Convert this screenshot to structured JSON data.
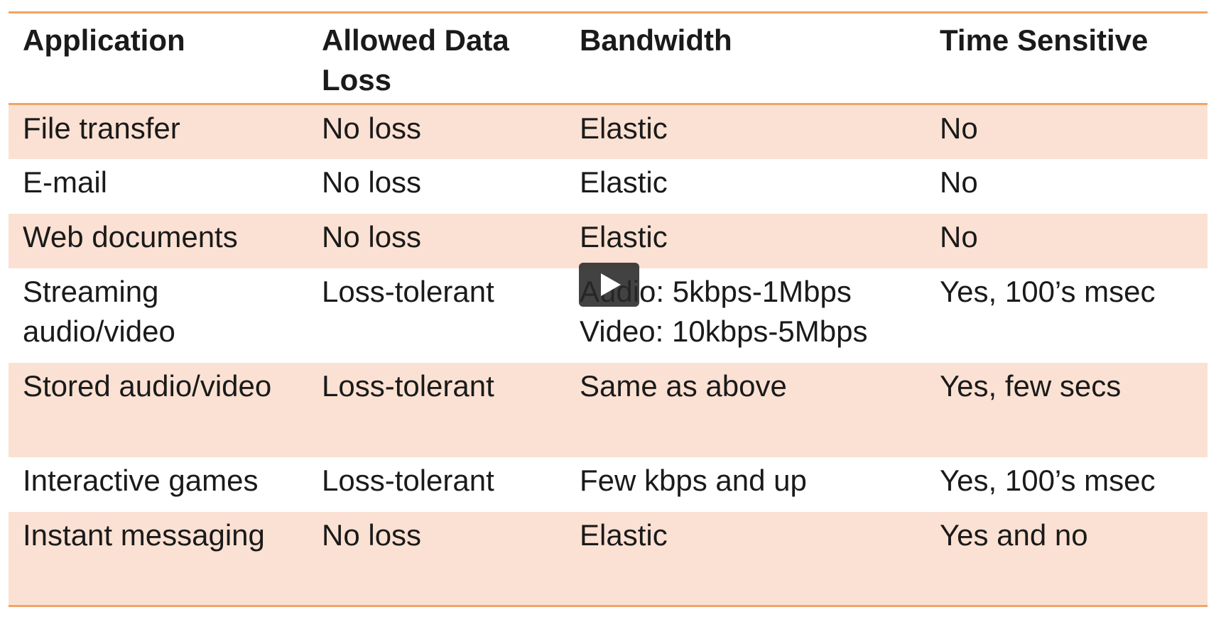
{
  "table": {
    "headers": [
      "Application",
      "Allowed Data Loss",
      "Bandwidth",
      "Time Sensitive"
    ],
    "rows": [
      [
        "File transfer",
        "No loss",
        "Elastic",
        "No"
      ],
      [
        "E-mail",
        "No loss",
        "Elastic",
        "No"
      ],
      [
        "Web documents",
        "No loss",
        "Elastic",
        "No"
      ],
      [
        "Streaming audio/video",
        "Loss-tolerant",
        "Audio: 5kbps-1Mbps Video: 10kbps-5Mbps",
        "Yes, 100’s msec"
      ],
      [
        "Stored audio/video",
        "Loss-tolerant",
        "Same as above",
        "Yes, few secs"
      ],
      [
        "Interactive games",
        "Loss-tolerant",
        "Few kbps and up",
        "Yes, 100’s msec"
      ],
      [
        "Instant messaging",
        "No loss",
        "Elastic",
        "Yes and no"
      ]
    ]
  },
  "overlay": {
    "play_icon": "play-icon"
  },
  "colors": {
    "rule": "#f0a469",
    "band": "#fbe1d3",
    "text": "#1a1a1a"
  }
}
